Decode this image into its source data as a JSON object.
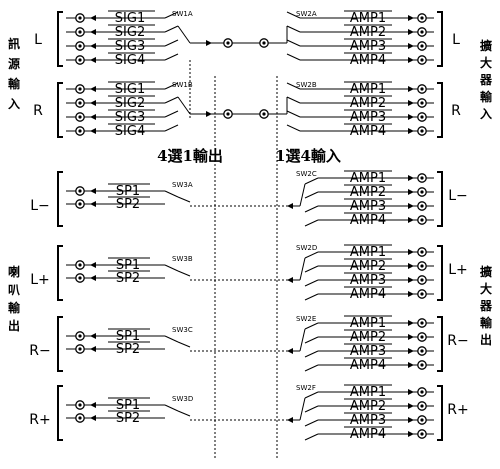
{
  "left_group_titles": {
    "source_input": "訊源輸入",
    "speaker_output": "喇叭輸出"
  },
  "right_group_titles": {
    "amp_input_top": "擴大器輸入",
    "amp_output_bottom": "擴大器輸出"
  },
  "captions": {
    "select_4_to_1": "4選1輸出",
    "select_1_to_4": "1選4輸入"
  },
  "source_channels": [
    {
      "side_label": "L",
      "switch_left": "SW1A",
      "switch_right": "SW2A",
      "left_labels": [
        "SIG1",
        "SIG2",
        "SIG3",
        "SIG4"
      ],
      "right_labels": [
        "AMP1",
        "AMP2",
        "AMP3",
        "AMP4"
      ],
      "right_side_label": "L"
    },
    {
      "side_label": "R",
      "switch_left": "SW1B",
      "switch_right": "SW2B",
      "left_labels": [
        "SIG1",
        "SIG2",
        "SIG3",
        "SIG4"
      ],
      "right_labels": [
        "AMP1",
        "AMP2",
        "AMP3",
        "AMP4"
      ],
      "right_side_label": "R"
    }
  ],
  "speaker_channels": [
    {
      "side_label": "L−",
      "switch_left": "SW3A",
      "switch_right": "SW2C",
      "left_labels": [
        "SP1",
        "SP2"
      ],
      "right_labels": [
        "AMP1",
        "AMP2",
        "AMP3",
        "AMP4"
      ],
      "right_side_label": "L−"
    },
    {
      "side_label": "L+",
      "switch_left": "SW3B",
      "switch_right": "SW2D",
      "left_labels": [
        "SP1",
        "SP2"
      ],
      "right_labels": [
        "AMP1",
        "AMP2",
        "AMP3",
        "AMP4"
      ],
      "right_side_label": "L+"
    },
    {
      "side_label": "R−",
      "switch_left": "SW3C",
      "switch_right": "SW2E",
      "left_labels": [
        "SP1",
        "SP2"
      ],
      "right_labels": [
        "AMP1",
        "AMP2",
        "AMP3",
        "AMP4"
      ],
      "right_side_label": "R−"
    },
    {
      "side_label": "R+",
      "switch_left": "SW3D",
      "switch_right": "SW2F",
      "left_labels": [
        "SP1",
        "SP2"
      ],
      "right_labels": [
        "AMP1",
        "AMP2",
        "AMP3",
        "AMP4"
      ],
      "right_side_label": "R+"
    }
  ]
}
